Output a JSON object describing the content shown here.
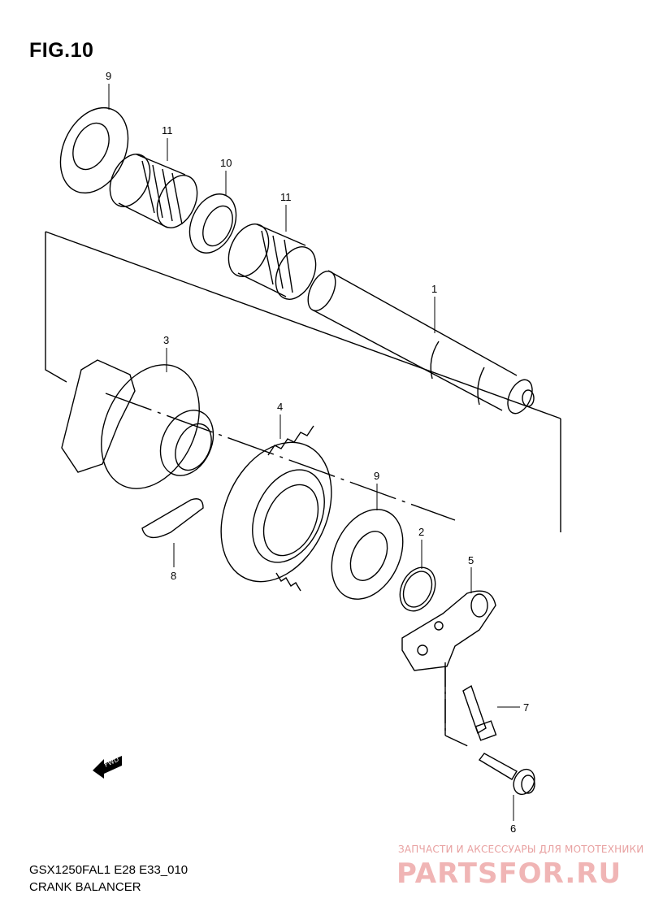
{
  "figure": {
    "title": "FIG.10"
  },
  "footer": {
    "model_code": "GSX1250FAL1 E28 E33_010",
    "assembly_name": "CRANK BALANCER"
  },
  "callouts": {
    "c1": "1",
    "c2": "2",
    "c3": "3",
    "c4": "4",
    "c5": "5",
    "c6": "6",
    "c7": "7",
    "c8": "8",
    "c9a": "9",
    "c9b": "9",
    "c10": "10",
    "c11a": "11",
    "c11b": "11"
  },
  "direction_arrow": {
    "label": "FWD",
    "icon": "fwd-arrow-icon"
  },
  "watermark": {
    "tagline": "ЗАПЧАСТИ И АКСЕССУАРЫ ДЛЯ МОТОТЕХНИКИ",
    "brand": "PARTSFOR.RU"
  },
  "colors": {
    "line": "#000000",
    "background": "#ffffff",
    "watermark": "#f0b5b5"
  }
}
